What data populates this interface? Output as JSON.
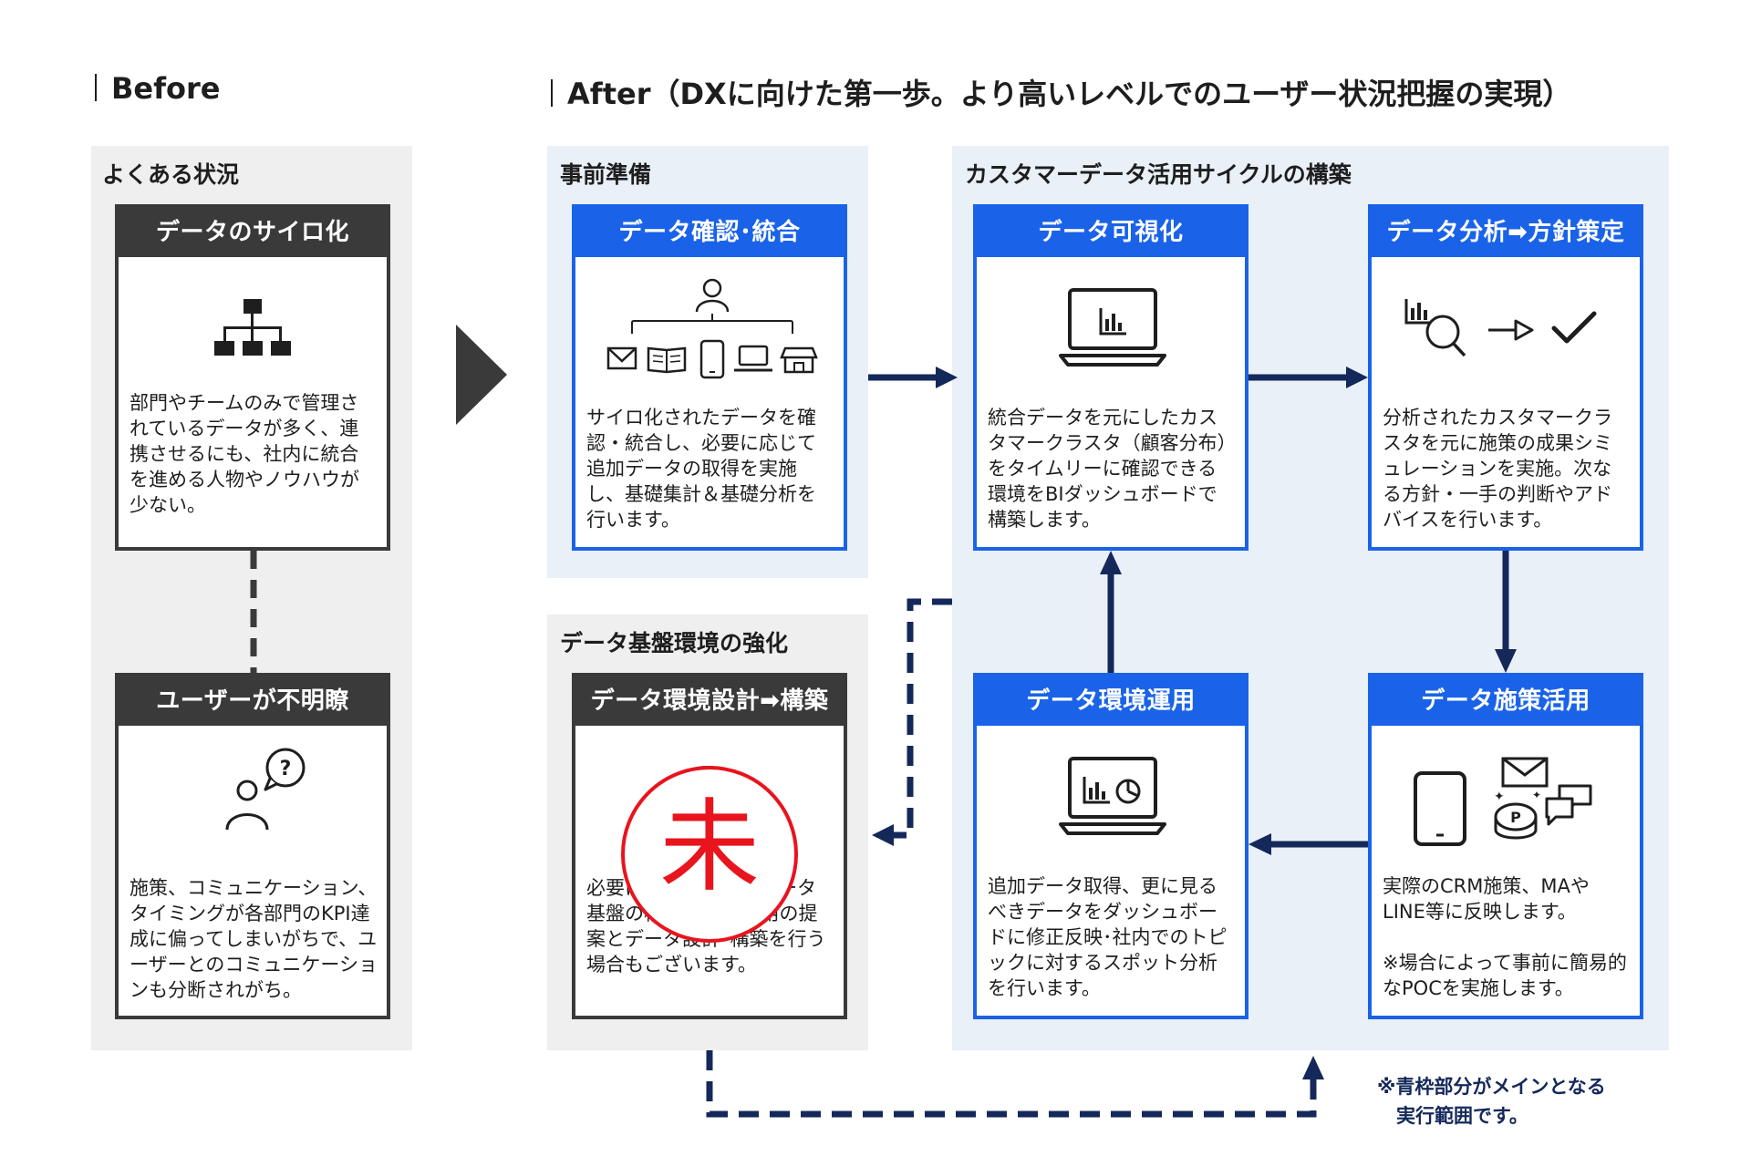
{
  "headings": {
    "before": "Before",
    "after": "After（DXに向けた第一歩。より高いレベルでのユーザー状況把握の実現）"
  },
  "before_panel": {
    "title": "よくある状況",
    "card1": {
      "title": "データのサイロ化",
      "icon": "org-chart-icon",
      "text": "部門やチームのみで管理されているデータが多く、連携させるにも、社内に統合を進める人物やノウハウが少ない。"
    },
    "card2": {
      "title": "ユーザーが不明瞭",
      "icon": "user-question-icon",
      "text": "施策、コミュニケーション、タイミングが各部門のKPI達成に偏ってしまいがちで、ユーザーとのコミュニケーションも分断されがち。"
    }
  },
  "prep_panel": {
    "title": "事前準備",
    "card": {
      "title": "データ確認･統合",
      "icons": [
        "person-icon",
        "mail-icon",
        "book-icon",
        "phone-icon",
        "laptop-icon",
        "store-icon"
      ],
      "text": "サイロ化されたデータを確認・統合し、必要に応じて追加データの取得を実施し、基礎集計＆基礎分析を行います。"
    }
  },
  "infra_panel": {
    "title": "データ基盤環境の強化",
    "card": {
      "title": "データ環境設計➡構築",
      "text": "必要に応じて最適なデータ基盤の構築やCDP活用の提案とデータ設計･構築を行う場合もございます。",
      "stamp": "未"
    }
  },
  "cycle_panel": {
    "title": "カスタマーデータ活用サイクルの構築",
    "cards": {
      "visualize": {
        "title": "データ可視化",
        "icon": "laptop-chart-icon",
        "text": "統合データを元にしたカスタマークラスタ（顧客分布）をタイムリーに確認できる環境をBIダッシュボードで構築します。"
      },
      "analyze": {
        "title": "データ分析➡方針策定",
        "icon": "analysis-check-icon",
        "text": "分析されたカスタマークラスタを元に施策の成果シミュレーションを実施。次なる方針・一手の判断やアドバイスを行います。"
      },
      "operate": {
        "title": "データ環境運用",
        "icon": "laptop-dashboard-icon",
        "text": "追加データ取得、更に見るべきデータをダッシュボードに修正反映･社内でのトピックに対するスポット分析を行います。"
      },
      "activate": {
        "title": "データ施策活用",
        "icon": "phone-mail-chat-points-icon",
        "text": "実際のCRM施策、MAやLINE等に反映します。\n\n※場合によって事前に簡易的なPOCを実施します。"
      }
    }
  },
  "footnote": "※青枠部分がメインとなる\n　実行範囲です。",
  "colors": {
    "blue_accent": "#1a63e8",
    "dark_header": "#3a3a3a",
    "navy_arrow": "#14285a",
    "blue_panel_bg": "#e9f0f8",
    "gray_panel_bg": "#efefef",
    "stamp_red": "#e8141e"
  }
}
